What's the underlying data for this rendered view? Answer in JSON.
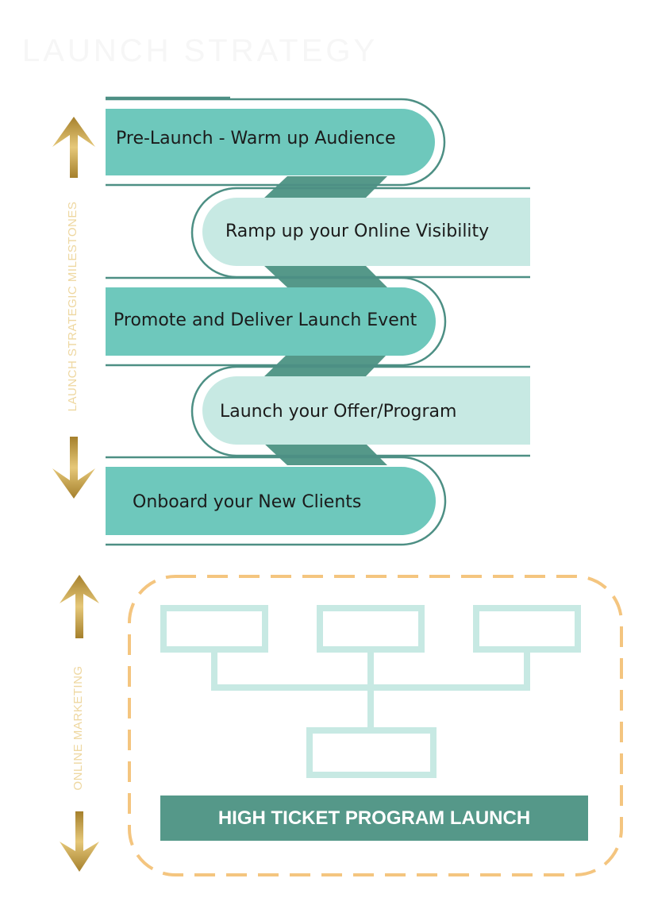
{
  "header_text": "LAUNCH STRATEGY",
  "milestones": {
    "axis_label": "LAUNCH STRATEGIC MILESTONES",
    "steps": [
      {
        "label": "Pre-Launch - Warm up Audience"
      },
      {
        "label": "Ramp up your Online Visibility"
      },
      {
        "label": "Promote and Deliver Launch Event"
      },
      {
        "label": "Launch your Offer/Program"
      },
      {
        "label": "Onboard your New Clients"
      }
    ]
  },
  "marketing": {
    "axis_label": "ONLINE MARKETING",
    "banner_label": "HIGH TICKET PROGRAM LAUNCH"
  },
  "colors": {
    "teal": "#6ec8bc",
    "light_teal": "#c7e9e3",
    "dark_teal": "#559889",
    "outline": "#4d8f84",
    "gold": "#c9a24a",
    "dashed": "#f4c57f",
    "gold_text": "#eed7a0"
  },
  "icons": [
    "arrow-up-icon",
    "arrow-down-icon"
  ]
}
